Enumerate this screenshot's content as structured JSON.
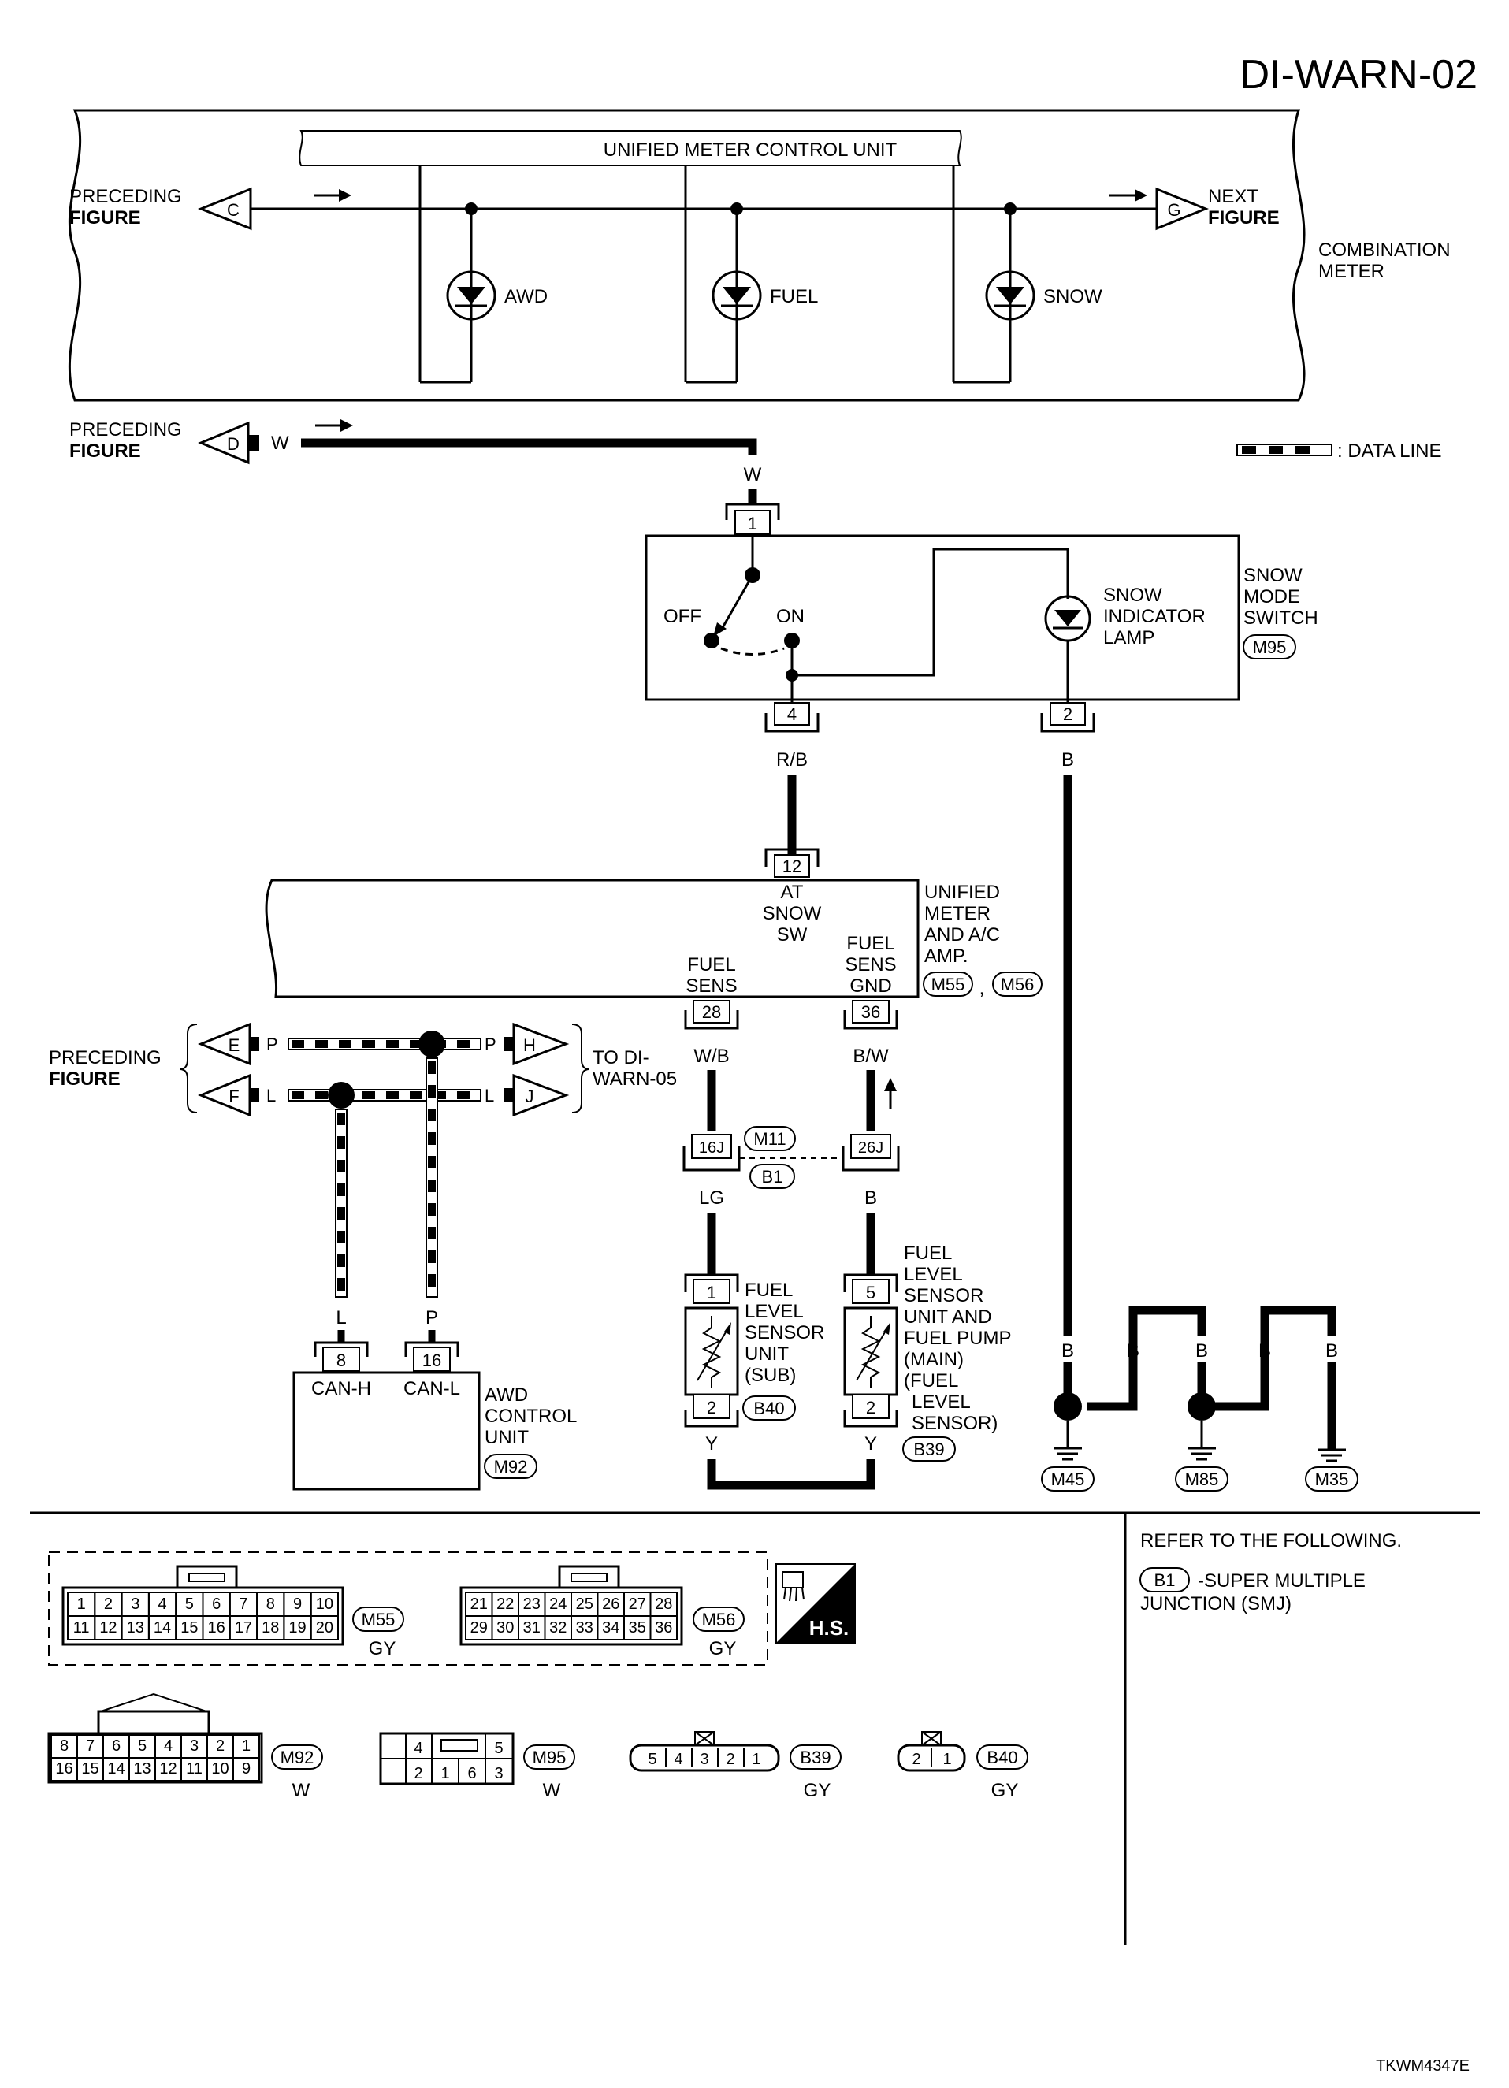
{
  "diagram_id": "DI-WARN-02",
  "footer_code": "TKWM4347E",
  "combination_meter": {
    "control_unit_label": "UNIFIED METER CONTROL UNIT",
    "name_line1": "COMBINATION",
    "name_line2": "METER",
    "lamps": [
      "AWD",
      "FUEL",
      "SNOW"
    ],
    "prev_line1": "PRECEDING",
    "prev_line2": "FIGURE",
    "prev_ref": "C",
    "next_line1": "NEXT",
    "next_line2": "FIGURE",
    "next_ref": "G"
  },
  "connector_d": {
    "prev_line1": "PRECEDING",
    "prev_line2": "FIGURE",
    "ref": "D",
    "wire_color": "W",
    "wire_color_down": "W"
  },
  "legend": {
    "data_line": ": DATA LINE"
  },
  "snow_switch": {
    "name_line1": "SNOW",
    "name_line2": "MODE",
    "name_line3": "SWITCH",
    "connector": "M95",
    "pin_top": "1",
    "pin_left": "4",
    "pin_right": "2",
    "off_label": "OFF",
    "on_label": "ON",
    "lamp_line1": "SNOW",
    "lamp_line2": "INDICATOR",
    "lamp_line3": "LAMP",
    "wire_left": "R/B",
    "wire_right": "B"
  },
  "amp": {
    "pin_top": "12",
    "top_line1": "AT",
    "top_line2": "SNOW",
    "top_line3": "SW",
    "name_line1": "UNIFIED",
    "name_line2": "METER",
    "name_line3": "AND A/C",
    "name_line4": "AMP.",
    "connector1": "M55",
    "connector_sep": ",",
    "connector2": "M56",
    "fuel_sens_line1": "FUEL",
    "fuel_sens_line2": "SENS",
    "pin_fuel_sens": "28",
    "gnd_line1": "FUEL",
    "gnd_line2": "SENS",
    "gnd_line3": "GND",
    "pin_gnd": "36",
    "wire_sens": "W/B",
    "wire_gnd": "B/W"
  },
  "can": {
    "prev_line1": "PRECEDING",
    "prev_line2": "FIGURE",
    "ref_e": "E",
    "ref_f": "F",
    "ref_h": "H",
    "ref_j": "J",
    "wire_p": "P",
    "wire_l": "L",
    "to_line1": "TO DI-",
    "to_line2": "WARN-05"
  },
  "junction": {
    "pin_left": "16J",
    "pin_right": "26J",
    "conn_top": "M11",
    "conn_bottom": "B1",
    "wire_left": "LG",
    "wire_right": "B"
  },
  "fuel_sub": {
    "pin_top": "1",
    "pin_bottom": "2",
    "connector": "B40",
    "name_line1": "FUEL",
    "name_line2": "LEVEL",
    "name_line3": "SENSOR",
    "name_line4": "UNIT",
    "name_line5": "(SUB)",
    "wire_bottom": "Y"
  },
  "fuel_main": {
    "pin_top": "5",
    "pin_bottom": "2",
    "connector": "B39",
    "name_line1": "FUEL",
    "name_line2": "LEVEL",
    "name_line3": "SENSOR",
    "name_line4": "UNIT AND",
    "name_line5": "FUEL PUMP",
    "name_line6": "(MAIN)",
    "name_line7": "(FUEL",
    "name_line8": "LEVEL",
    "name_line9": "SENSOR)",
    "wire_bottom": "Y"
  },
  "awd_unit": {
    "pin_h": "8",
    "pin_l": "16",
    "wire_l": "L",
    "wire_p": "P",
    "can_h": "CAN-H",
    "can_l": "CAN-L",
    "name_line1": "AWD",
    "name_line2": "CONTROL",
    "name_line3": "UNIT",
    "connector": "M92"
  },
  "grounds": {
    "wire_labels": [
      "B",
      "B",
      "B",
      "B",
      "B"
    ],
    "names": [
      "M45",
      "M85",
      "M35"
    ]
  },
  "refer": {
    "title": "REFER TO THE FOLLOWING.",
    "item_ref": "B1",
    "item_line1": "-SUPER MULTIPLE",
    "item_line2": "JUNCTION (SMJ)"
  },
  "connectors": {
    "m55": {
      "name": "M55",
      "color": "GY",
      "row1": [
        "1",
        "2",
        "3",
        "4",
        "5",
        "6",
        "7",
        "8",
        "9",
        "10"
      ],
      "row2": [
        "11",
        "12",
        "13",
        "14",
        "15",
        "16",
        "17",
        "18",
        "19",
        "20"
      ]
    },
    "m56": {
      "name": "M56",
      "color": "GY",
      "row1": [
        "21",
        "22",
        "23",
        "24",
        "25",
        "26",
        "27",
        "28"
      ],
      "row2": [
        "29",
        "30",
        "31",
        "32",
        "33",
        "34",
        "35",
        "36"
      ]
    },
    "hs_label": "H.S.",
    "m92": {
      "name": "M92",
      "color": "W",
      "row1": [
        "8",
        "7",
        "6",
        "5",
        "4",
        "3",
        "2",
        "1"
      ],
      "row2": [
        "16",
        "15",
        "14",
        "13",
        "12",
        "11",
        "10",
        "9"
      ]
    },
    "m95": {
      "name": "M95",
      "color": "W",
      "row1": [
        "4",
        "5"
      ],
      "row2": [
        "2",
        "1",
        "6",
        "3"
      ]
    },
    "b39": {
      "name": "B39",
      "color": "GY",
      "pins": [
        "5",
        "4",
        "3",
        "2",
        "1"
      ]
    },
    "b40": {
      "name": "B40",
      "color": "GY",
      "pins": [
        "2",
        "1"
      ]
    }
  }
}
